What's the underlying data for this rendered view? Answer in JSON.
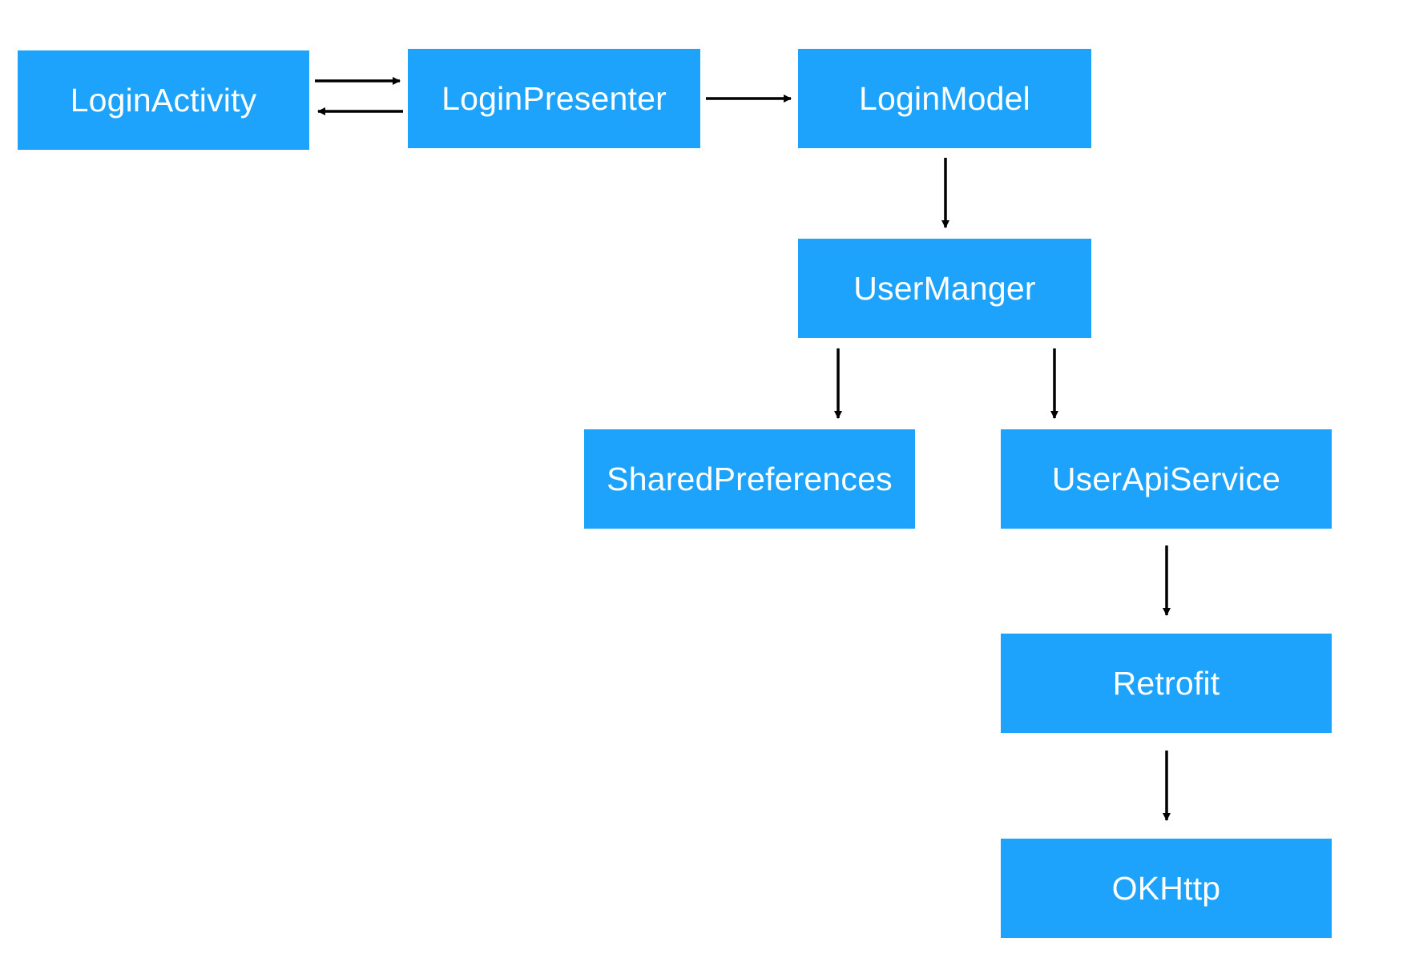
{
  "diagram": {
    "nodes": [
      {
        "id": "login-activity",
        "label": "LoginActivity"
      },
      {
        "id": "login-presenter",
        "label": "LoginPresenter"
      },
      {
        "id": "login-model",
        "label": "LoginModel"
      },
      {
        "id": "user-manger",
        "label": "UserManger"
      },
      {
        "id": "shared-preferences",
        "label": "SharedPreferences"
      },
      {
        "id": "user-api-service",
        "label": "UserApiService"
      },
      {
        "id": "retrofit",
        "label": "Retrofit"
      },
      {
        "id": "okhttp",
        "label": "OKHttp"
      }
    ],
    "edges": [
      {
        "from": "login-activity",
        "to": "login-presenter"
      },
      {
        "from": "login-presenter",
        "to": "login-activity"
      },
      {
        "from": "login-presenter",
        "to": "login-model"
      },
      {
        "from": "login-model",
        "to": "user-manger"
      },
      {
        "from": "user-manger",
        "to": "shared-preferences"
      },
      {
        "from": "user-manger",
        "to": "user-api-service"
      },
      {
        "from": "user-api-service",
        "to": "retrofit"
      },
      {
        "from": "retrofit",
        "to": "okhttp"
      }
    ],
    "colors": {
      "node_fill": "#1ea3fc",
      "node_text": "#ffffff",
      "edge": "#000000",
      "background": "#ffffff"
    }
  }
}
